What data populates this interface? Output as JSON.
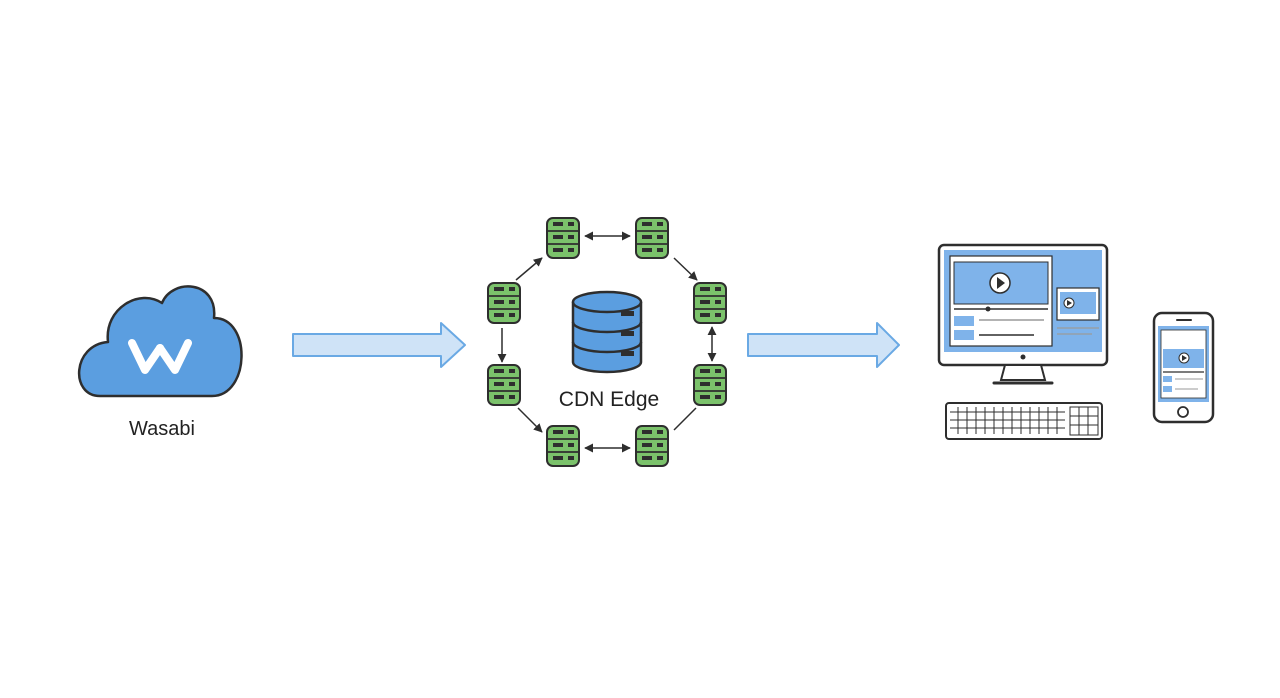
{
  "source": {
    "label": "Wasabi",
    "icon": "cloud-storage-icon",
    "logo": "wasabi-logo"
  },
  "cdn": {
    "label": "CDN Edge",
    "center_icon": "database-icon",
    "node_icon": "server-stack-icon",
    "node_count": 8
  },
  "clients": {
    "devices": [
      "desktop-monitor-icon",
      "keyboard-icon",
      "smartphone-icon"
    ]
  },
  "colors": {
    "cloud_fill": "#5b9ee0",
    "cloud_stroke": "#2e2e2e",
    "node_fill": "#7bc26b",
    "db_fill": "#5b9ee0",
    "flow_arrow_fill": "#cfe3f7",
    "flow_arrow_stroke": "#6aa9e4",
    "screen_fill": "#7fb3ea",
    "line": "#2e2e2e"
  }
}
